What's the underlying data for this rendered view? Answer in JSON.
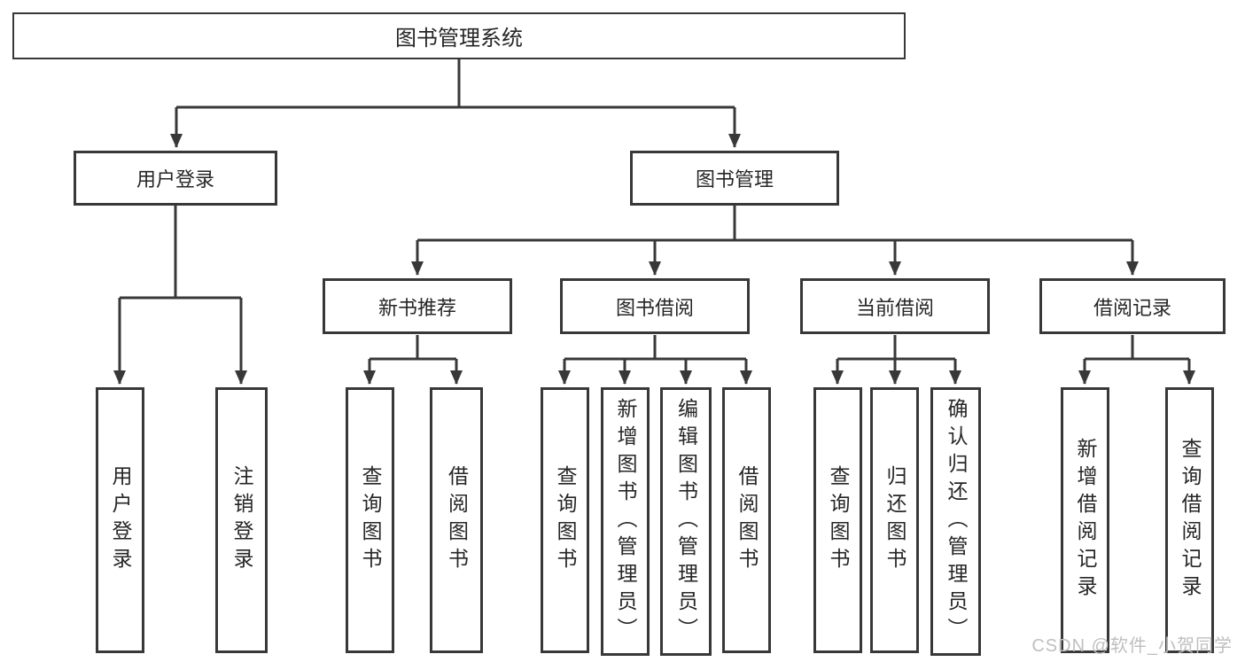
{
  "diagram": {
    "root": {
      "label": "图书管理系统"
    },
    "branches": [
      {
        "label": "用户登录",
        "children": [
          {
            "label": "用户登录"
          },
          {
            "label": "注销登录"
          }
        ]
      },
      {
        "label": "图书管理",
        "children": [
          {
            "label": "新书推荐",
            "children": [
              {
                "label": "查询图书"
              },
              {
                "label": "借阅图书"
              }
            ]
          },
          {
            "label": "图书借阅",
            "children": [
              {
                "label": "查询图书"
              },
              {
                "label": "新增图书（管理员）"
              },
              {
                "label": "编辑图书（管理员）"
              },
              {
                "label": "借阅图书"
              }
            ]
          },
          {
            "label": "当前借阅",
            "children": [
              {
                "label": "查询图书"
              },
              {
                "label": "归还图书"
              },
              {
                "label": "确认归还（管理员）"
              }
            ]
          },
          {
            "label": "借阅记录",
            "children": [
              {
                "label": "新增借阅记录"
              },
              {
                "label": "查询借阅记录"
              }
            ]
          }
        ]
      }
    ],
    "watermark": {
      "text": "CSDN @软件_小贺同学"
    },
    "colors": {
      "line": "#383838",
      "text": "#262626",
      "background": "#ffffff",
      "watermark": "#bfbfbf"
    }
  }
}
